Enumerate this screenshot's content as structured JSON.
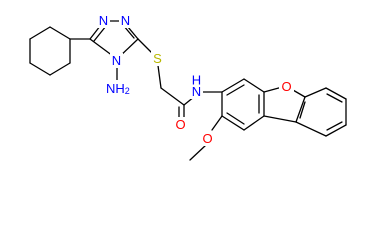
{
  "atoms": {
    "triazole_n1": "N",
    "triazole_n2": "N",
    "triazole_n4": "N",
    "amino": "NH2",
    "sulfur": "S",
    "amide_n": "N",
    "amide_h": "H",
    "carbonyl_o": "O",
    "furan_o": "O",
    "methoxy_o": "O"
  },
  "colors": {
    "nitrogen": "#0000ff",
    "oxygen": "#ff0000",
    "sulfur": "#b8b800",
    "carbon_bond": "#000000",
    "background": "#ffffff"
  }
}
